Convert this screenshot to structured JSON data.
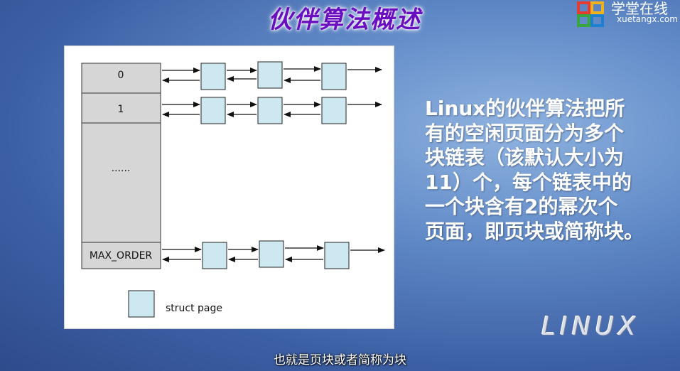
{
  "slide": {
    "title": "伙伴算法概述",
    "description_lines": [
      "Linux的伙伴算法把所",
      "有的空闲页面分为多个",
      "块链表（该默认大小为",
      "11）个，每个链表中的",
      "一个块含有2的幂次个",
      "页面，即页块或简称块。"
    ]
  },
  "logo": {
    "name": "学堂在线",
    "url": "xuetangx.com",
    "colors": [
      "#e63b2e",
      "#f2b21b",
      "#3aa63f",
      "#1e7fd0"
    ]
  },
  "diagram": {
    "free_area_rows": [
      {
        "label": "0",
        "lists": true
      },
      {
        "label": "1",
        "lists": true
      },
      {
        "label": "......",
        "lists": false
      },
      {
        "label": "MAX_ORDER",
        "lists": true
      }
    ],
    "legend_label": "struct page",
    "page_fill": "#cde8f0",
    "array_fill": "#d6d6d6"
  },
  "watermark": "LINUX",
  "caption": "也就是页块或者简称为块"
}
